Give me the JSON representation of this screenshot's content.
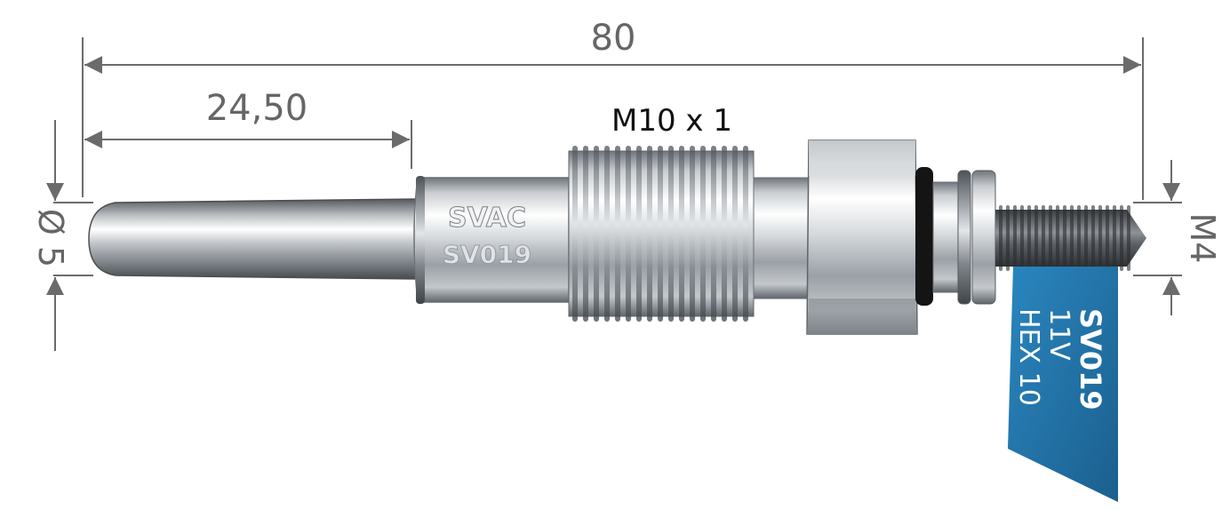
{
  "dimensions": {
    "overall_length": "80",
    "tip_length": "24,50",
    "tip_diameter": "Ø 5",
    "terminal_thread": "M4",
    "body_thread": "M10 x 1"
  },
  "body_markings": {
    "brand": "SVAC",
    "part_code": "SV019"
  },
  "tag": {
    "code": "SV019",
    "voltage": "11V",
    "hex": "HEX 10",
    "color": "#1f6fa3"
  },
  "colors": {
    "dimension_lines": "#6b6b6b",
    "metal_light": "#f4f5f6",
    "metal_dark": "#7d8389"
  }
}
